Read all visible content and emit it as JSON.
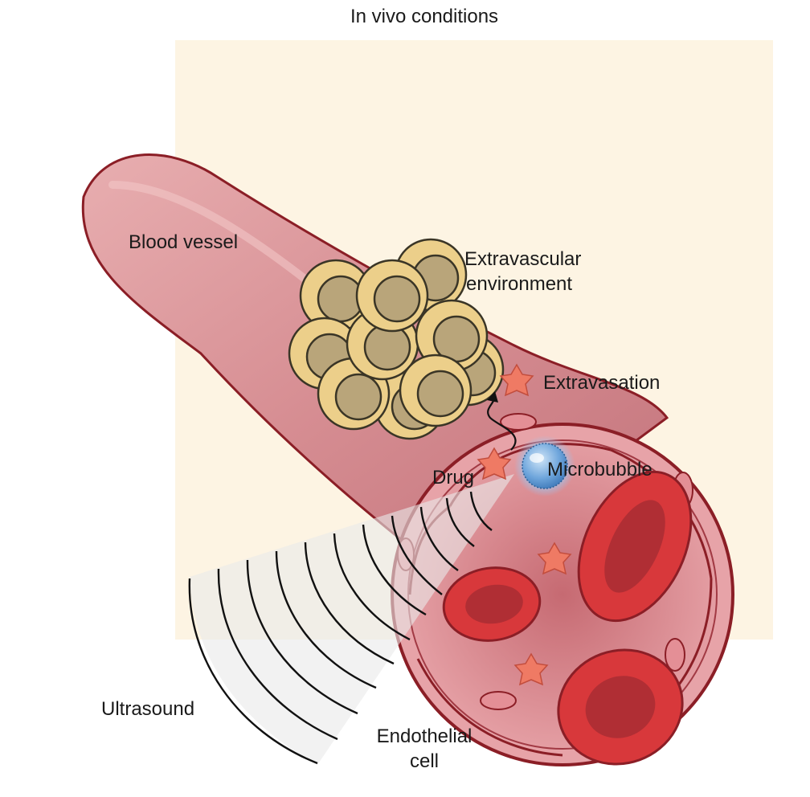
{
  "title": "In vivo conditions",
  "labels": {
    "blood_vessel": "Blood vessel",
    "extravascular_line1": "Extravascular",
    "extravascular_line2": "environment",
    "extravasation": "Extravasation",
    "microbubble": "Microbubble",
    "drug": "Drug",
    "ultrasound": "Ultrasound",
    "endothelial_line1": "Endothelial",
    "endothelial_line2": "cell"
  },
  "colors": {
    "background_panel": "#fdf4e3",
    "vessel": "#d9868c",
    "vessel_outline": "#8b1e26",
    "red_blood_cell": "#d8383b",
    "tissue_cell": "#eccf8a",
    "tissue_nucleus": "#b9a57a",
    "drug_star": "#ef7a64",
    "microbubble": "#7fb1e0"
  },
  "icons": {
    "drug": "star-icon",
    "microbubble": "bubble-icon",
    "ultrasound": "wave-arcs-icon"
  }
}
